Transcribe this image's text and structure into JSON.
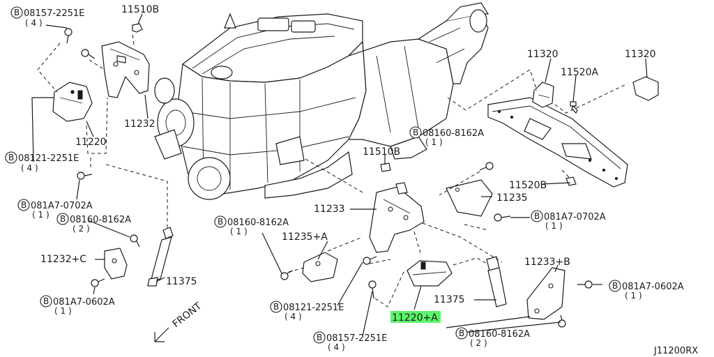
{
  "diagram_code": "J11200RX",
  "front_label": "FRONT",
  "highlight_color": "#5df36a",
  "bolt_marker": "B",
  "labels": {
    "p11510b_top": "11510B",
    "p11232": "11232",
    "p11220": "11220",
    "p11320_a": "11320",
    "p11320_b": "11320",
    "p11520a": "11520A",
    "p11510b_mid": "11510B",
    "p11520b": "11520B",
    "p11233": "11233",
    "p11235": "11235",
    "p11235a": "11235+A",
    "p11232c": "11232+C",
    "p11375_left": "11375",
    "p11375_right": "11375",
    "p11233b": "11233+B",
    "p11220a": "11220+A"
  },
  "bolts": {
    "b1": {
      "code": "08157-2251E",
      "qty": "( 4 )"
    },
    "b2": {
      "code": "08121-2251E",
      "qty": "( 4 )"
    },
    "b3": {
      "code": "081A7-0702A",
      "qty": "( 1 )"
    },
    "b4": {
      "code": "08160-8162A",
      "qty": "( 2 )"
    },
    "b5": {
      "code": "081A7-0602A",
      "qty": "( 1 )"
    },
    "b6": {
      "code": "08160-8162A",
      "qty": "( 1 )"
    },
    "b7": {
      "code": "08160-8162A",
      "qty": "( 1 )"
    },
    "b8": {
      "code": "081A7-0702A",
      "qty": "( 1 )"
    },
    "b9": {
      "code": "08121-2251E",
      "qty": "( 4 )"
    },
    "b10": {
      "code": "08157-2251E",
      "qty": "( 4 )"
    },
    "b11": {
      "code": "08160-8162A",
      "qty": "( 2 )"
    },
    "b12": {
      "code": "081A7-0602A",
      "qty": "( 1 )"
    }
  }
}
